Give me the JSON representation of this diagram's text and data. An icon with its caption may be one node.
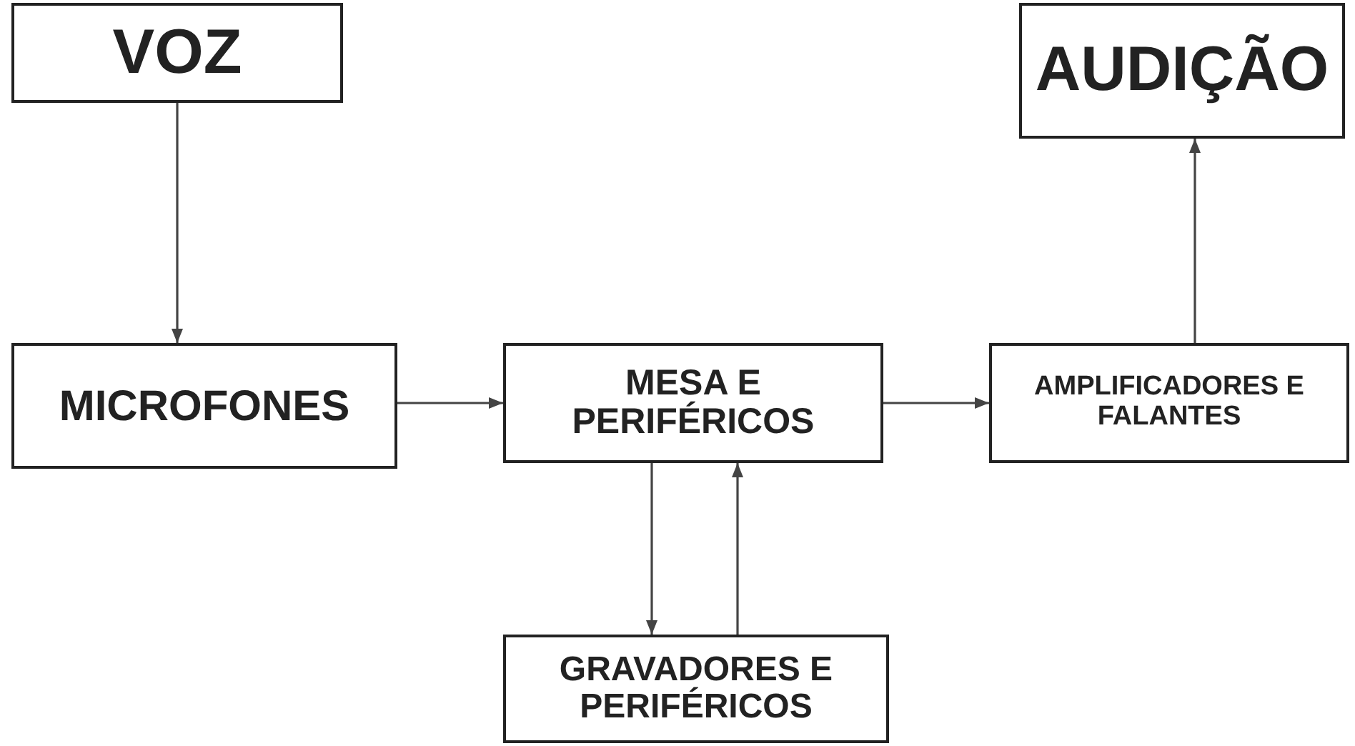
{
  "diagram": {
    "nodes": [
      {
        "text": [
          "VOZ"
        ]
      },
      {
        "text": [
          "AUDIÇÃO"
        ]
      },
      {
        "text": [
          "MICROFONES"
        ]
      },
      {
        "text": [
          "MESA E PERIFÉRICOS"
        ]
      },
      {
        "text": [
          "AMPLIFICADORES E FALANTES"
        ]
      },
      {
        "text": [
          "GRAVADORES E PERIFÉRICOS"
        ]
      }
    ],
    "edges": [
      {
        "from": 0,
        "to": 2,
        "arrow": "to"
      },
      {
        "from": 2,
        "to": 3,
        "arrow": "to"
      },
      {
        "from": 3,
        "to": 5,
        "arrow": "to"
      },
      {
        "from": 5,
        "to": 3,
        "arrow": "to"
      },
      {
        "from": 3,
        "to": 4,
        "arrow": "to"
      },
      {
        "from": 4,
        "to": 1,
        "arrow": "to"
      }
    ]
  }
}
